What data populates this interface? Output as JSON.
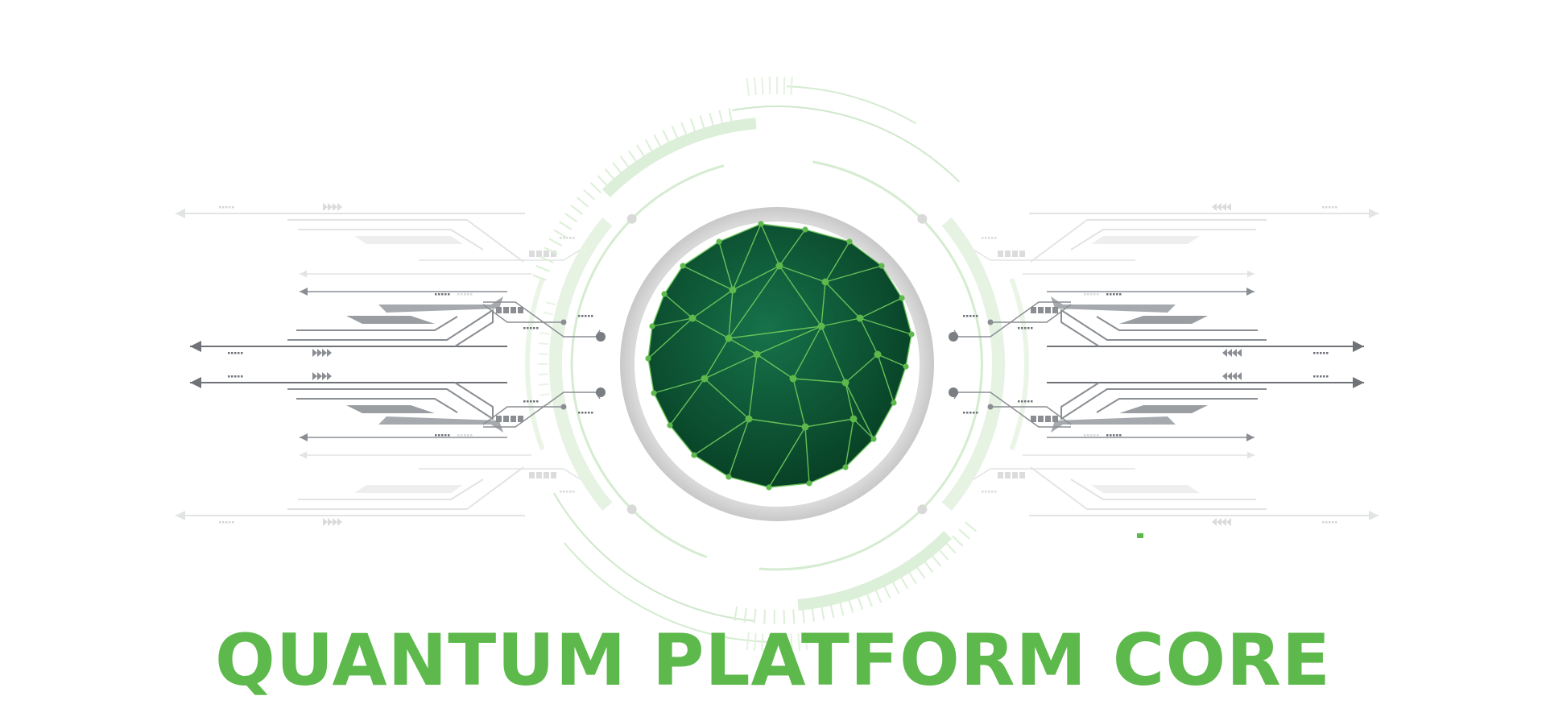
{
  "title": "QUANTUM PLATFORM CORE",
  "colors": {
    "brand_green": "#5db94b",
    "sphere_dark": "#0b5a33",
    "sphere_mid": "#16724a",
    "ring_light_green": "#d5ecd1",
    "circuit_gray": "#8a8e93",
    "circuit_light": "#e4e5e6"
  },
  "icons": [
    "sphere-network-graphic",
    "circuit-trace-graphic",
    "arrow-head-graphic",
    "chevron-graphic",
    "ring-graphic"
  ]
}
